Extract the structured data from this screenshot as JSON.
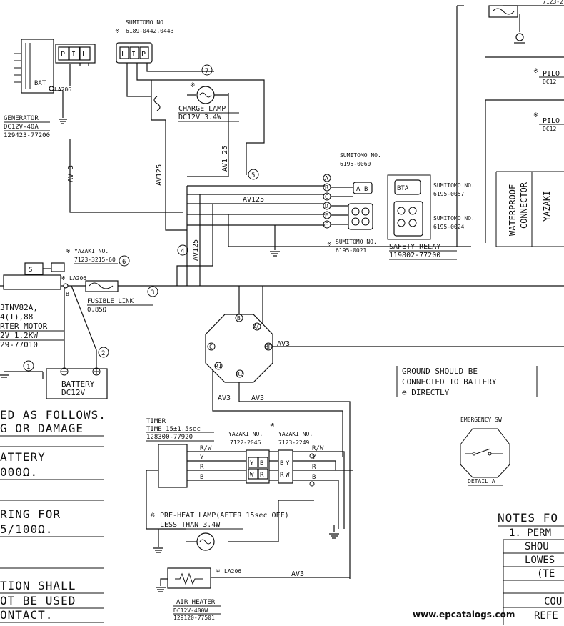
{
  "generator": {
    "pins": [
      "P",
      "I",
      "L"
    ],
    "bat_label": "BAT",
    "la_label": "LA206",
    "title": "GENERATOR",
    "rating": "DC12V-40A",
    "part": "129423-77200"
  },
  "connector_top": {
    "maker": "SUMITOMO NO",
    "part": "6189-0442,0443",
    "pins": [
      "L",
      "I",
      "P"
    ]
  },
  "charge_lamp": {
    "title": "CHARGE LAMP",
    "rating": "DC12V 3.4W"
  },
  "wires": {
    "av3": "AV 3",
    "av125_a": "AV125",
    "av125_b": "AV1 25",
    "av125_c": "AV125",
    "av125_d": "AV125",
    "av3_b": "AV3",
    "av3_c": "AV3",
    "av3_d": "AV3",
    "av3_e": "AV3"
  },
  "circle_numbers": [
    "1",
    "2",
    "3",
    "4",
    "5",
    "6",
    "7"
  ],
  "connector_0060": {
    "maker": "SUMITOMO NO.",
    "part": "6195-0060",
    "pins": [
      "A",
      "B"
    ]
  },
  "connector_0021": {
    "maker": "SUMITOMO NO.",
    "part": "6195-0021"
  },
  "connector_0057": {
    "maker": "SUMITOMO NO.",
    "part": "6195-0057"
  },
  "connector_0024": {
    "maker": "SUMITOMO NO.",
    "part": "6195-0024"
  },
  "row_letters": [
    "A",
    "B",
    "C",
    "D",
    "E",
    "F"
  ],
  "safety_relay": {
    "title": "SAFETY RELAY",
    "part": "119802-77200"
  },
  "yazaki_top": {
    "text": "YAZAKI NO.",
    "part": "7123-3215-60"
  },
  "starter": {
    "s_label": "S",
    "la_label": "LA206",
    "b_label": "B",
    "model": "3TNV82A,",
    "model2": "4(T),88",
    "title": "RTER MOTOR",
    "rating": "2V 1.2KW",
    "part": "29-77010"
  },
  "fusible_link": {
    "title": "FUSIBLE LINK",
    "value": "0.85Ω"
  },
  "battery": {
    "title": "BATTERY",
    "rating": "DC12V"
  },
  "key_switch": {
    "terminals": [
      "B",
      "AC",
      "BR",
      "R2",
      "R1",
      "C"
    ]
  },
  "ground_note": {
    "line1": "GROUND SHOULD BE",
    "line2": "CONNECTED TO BATTERY",
    "line3": "⊖ DIRECTLY"
  },
  "emergency": {
    "title": "EMERGENCY SW",
    "detail": "DETAIL A"
  },
  "left_notes": {
    "line1": "ED AS FOLLOWS.",
    "line2": "G OR DAMAGE",
    "line3": "ATTERY",
    "line4": "000Ω.",
    "line5": "RING FOR",
    "line6": "5/100Ω.",
    "line7": "TION SHALL",
    "line8": "OT BE USED",
    "line9": "ONTACT."
  },
  "timer": {
    "title": "TIMER",
    "time": "TIME 15±1.5sec",
    "part": "128300-77920"
  },
  "yazaki_a": {
    "text": "YAZAKI NO.",
    "part": "7122-2046",
    "pins": [
      "Y",
      "B",
      "W",
      "R"
    ]
  },
  "yazaki_b": {
    "text": "YAZAKI NO.",
    "part": "7123-2249",
    "pins": [
      "B",
      "Y",
      "R",
      "W"
    ]
  },
  "wire_colors": [
    "R/W",
    "Y",
    "R",
    "B"
  ],
  "preheat": {
    "text": "PRE-HEAT LAMP(AFTER 15sec OFF)",
    "rating": "LESS THAN 3.4W"
  },
  "air_heater": {
    "la_label": "LA206",
    "title": "AIR HEATER",
    "rating": "DC12V-400W",
    "part": "129120-77501"
  },
  "right_top": {
    "code": "7123-2",
    "pilot1": "PILO",
    "pilot1_rating": "DC12",
    "pilot2": "PILO",
    "pilot2_rating": "DC12"
  },
  "waterproof": {
    "line1": "WATERPROOF",
    "line2": "CONNECTOR",
    "yazaki": "YAZAKI"
  },
  "notes_right": {
    "title": "NOTES FO",
    "line1": "1. PERM",
    "line2": "SHOU",
    "line3": "LOWES",
    "line4": "(TE",
    "line5": "COU",
    "line6": "REFE"
  },
  "asterisk": "※",
  "watermark": "www.epcatalogs.com"
}
